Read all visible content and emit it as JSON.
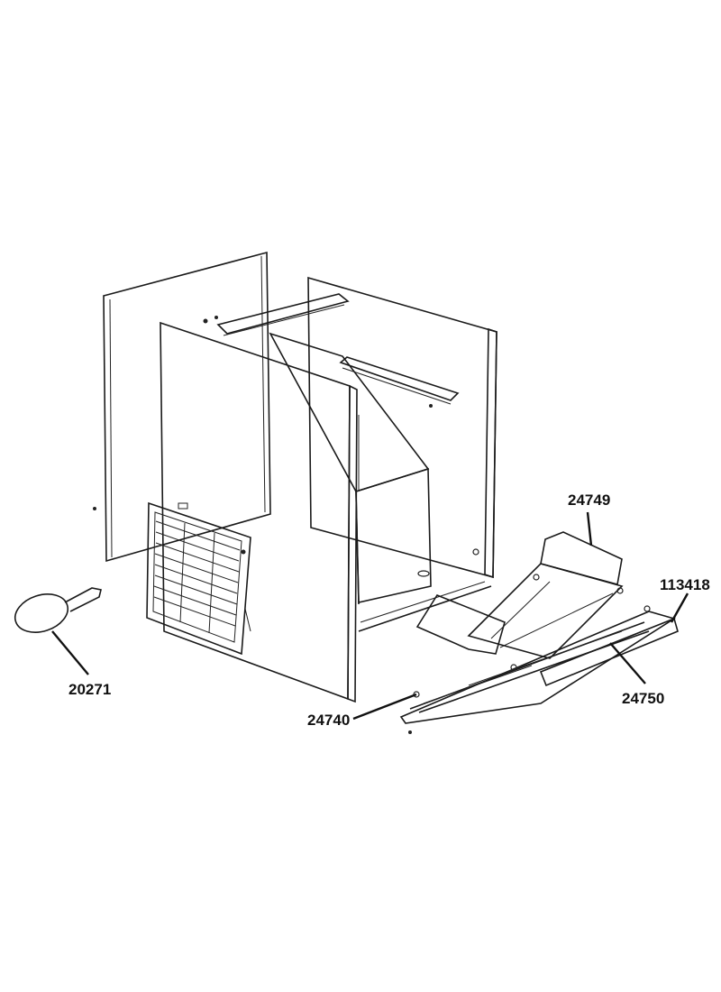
{
  "callouts": [
    {
      "id": "label-20271",
      "text": "20271"
    },
    {
      "id": "label-24740",
      "text": "24740"
    },
    {
      "id": "label-24749",
      "text": "24749"
    },
    {
      "id": "label-24750",
      "text": "24750"
    },
    {
      "id": "label-113418",
      "text": "113418"
    }
  ],
  "colors": {
    "line": "#1a1a1a",
    "fill_panel": "#ffffff",
    "speckle": "#8a8a8a"
  }
}
